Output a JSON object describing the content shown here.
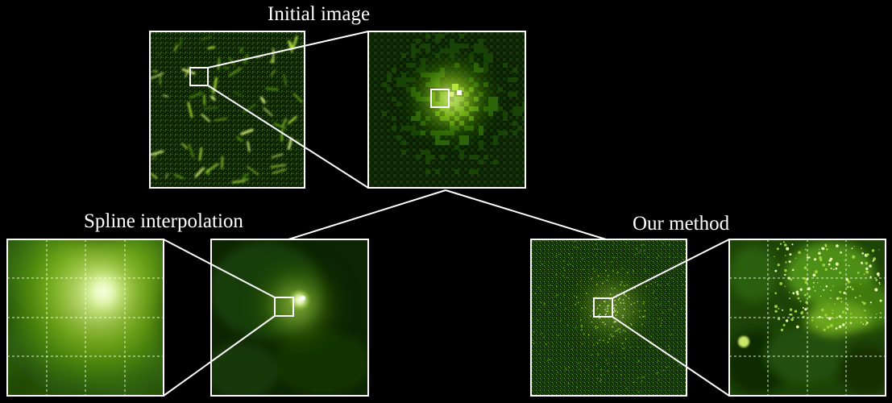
{
  "labels": {
    "initial": "Initial image",
    "spline": "Spline interpolation",
    "ours": "Our method"
  },
  "colors": {
    "background": "#000000",
    "frame": "#ffffff",
    "fluorescence": "#7ac51e",
    "highlight": "#fffbe0"
  },
  "panels": [
    {
      "id": "initial-image",
      "description_name": "initial-image-panel"
    },
    {
      "id": "initial-zoom",
      "description_name": "initial-zoom-panel"
    },
    {
      "id": "spline-result",
      "description_name": "spline-result-panel"
    },
    {
      "id": "spline-zoom",
      "description_name": "spline-zoom-panel"
    },
    {
      "id": "ours-result",
      "description_name": "our-method-result-panel"
    },
    {
      "id": "ours-zoom",
      "description_name": "our-method-zoom-panel"
    }
  ]
}
